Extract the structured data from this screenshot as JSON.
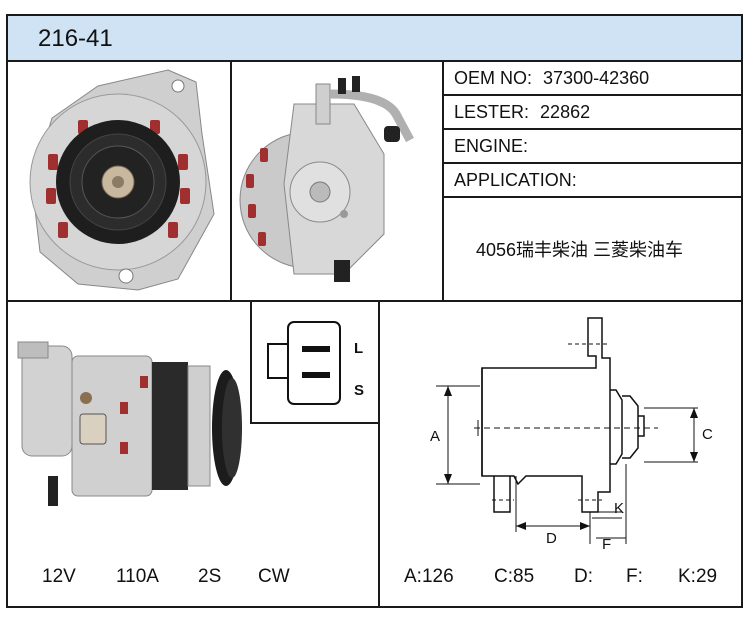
{
  "header": {
    "title": "216-41"
  },
  "specs": {
    "oem_label": "OEM NO:",
    "oem_value": "37300-42360",
    "lester_label": "LESTER:",
    "lester_value": "22862",
    "engine_label": "ENGINE:",
    "engine_value": "",
    "application_label": "APPLICATION:",
    "application_value": "4056瑞丰柴油  三菱柴油车"
  },
  "connector": {
    "pin_top": "L",
    "pin_bottom": "S"
  },
  "ratings": {
    "voltage": "12V",
    "current": "110A",
    "pulley": "2S",
    "rotation": "CW"
  },
  "dimensions": {
    "label_a": "A",
    "label_c": "C",
    "label_d": "D",
    "label_f": "F",
    "label_k": "K",
    "a": "A:126",
    "c": "C:85",
    "d": "D:",
    "f": "F:",
    "k": "K:29"
  },
  "colors": {
    "header_bg": "#cfe3f5",
    "border": "#1a1a1a",
    "metal": "#c8c8c8",
    "dark": "#222222",
    "accent_red": "#a03030"
  }
}
